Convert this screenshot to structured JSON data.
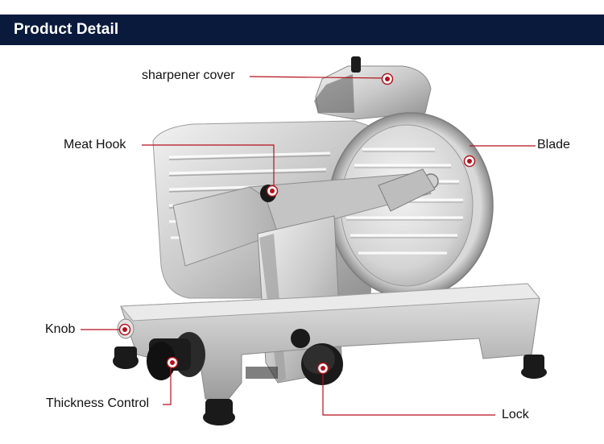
{
  "header": {
    "title": "Product Detail",
    "background_color": "#0a1a3c"
  },
  "diagram": {
    "subject_icon": "meat-slicer-illustration",
    "accent_color": "#b3121c",
    "callouts": [
      {
        "id": "sharpener-cover",
        "text": "sharpener cover"
      },
      {
        "id": "meat-hook",
        "text": "Meat Hook"
      },
      {
        "id": "blade",
        "text": "Blade"
      },
      {
        "id": "knob",
        "text": "Knob"
      },
      {
        "id": "thickness-control",
        "text": "Thickness Control"
      },
      {
        "id": "lock",
        "text": "Lock"
      }
    ]
  }
}
